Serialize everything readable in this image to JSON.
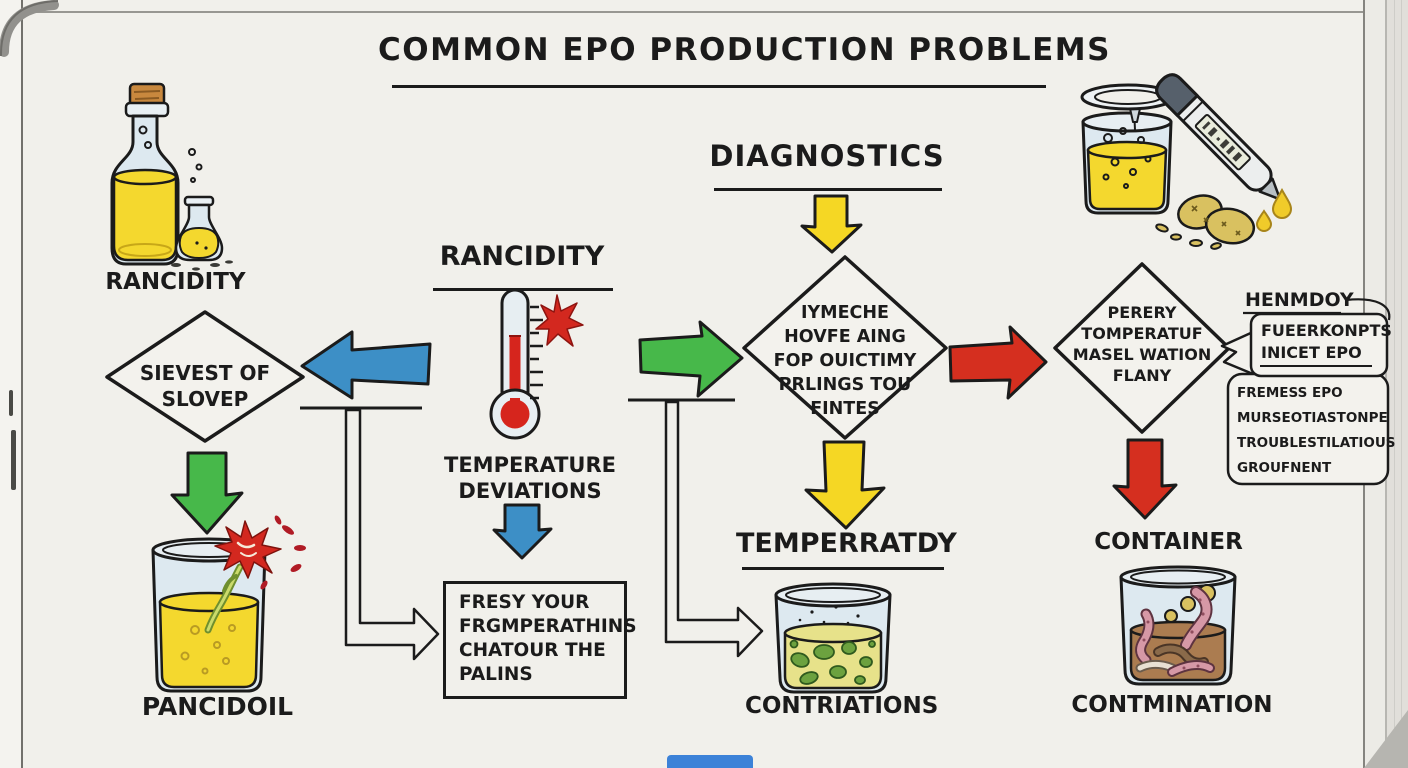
{
  "title": "COMMON EPO PRODUCTION PROBLEMS",
  "colors": {
    "ink": "#1b1b1b",
    "arrow_blue": "#3d8fc6",
    "arrow_green": "#47b84a",
    "arrow_yellow": "#f5d724",
    "arrow_red": "#d52f1f",
    "oil_yellow": "#f4d82e",
    "glass_blue": "#dde9f0",
    "culture_liquid": "#e7e28a",
    "microbe_green": "#6ca23f",
    "contamination_brown": "#ab7c50",
    "worm_pink": "#d698a6",
    "burst_red": "#d3281f",
    "cork_brown": "#c8883e",
    "potato_tan": "#d9c160",
    "marker_blue": "#3c82d8"
  },
  "left_column": {
    "bottle_label": "RANCIDITY",
    "diamond_line1": "SIEVEST OF",
    "diamond_line2": "SLOVEP",
    "beaker_label": "PANCIDOIL"
  },
  "middle_column": {
    "heading": "RANCIDITY",
    "caption_line1": "TEMPERATURE",
    "caption_line2": "DEVIATIONS",
    "note_line1": "FRESY YOUR",
    "note_line2": "FRGMPERATHINS",
    "note_line3": "CHATOUR THE",
    "note_line4": "PALINS"
  },
  "center_column": {
    "heading": "DIAGNOSTICS",
    "diamond_line1": "IYMECHE",
    "diamond_line2": "HOVFE AING",
    "diamond_line3": "FOP OUICTIMY",
    "diamond_line4": "PRLINGS TOU",
    "diamond_line5": "FINTES",
    "subheading": "TEMPERRATDY",
    "beaker_label": "CONTRIATIONS"
  },
  "right_column": {
    "diamond_line1": "PERERY",
    "diamond_line2": "TOMPERATUF",
    "diamond_line3": "MASEL WATION",
    "diamond_line4": "FLANY",
    "heading": "CONTAINER",
    "beaker_label": "CONTMINATION",
    "note_title": "HENMDOY",
    "note_box1_line1": "FUEERKONPTS",
    "note_box1_line2": "INICET EPO",
    "note_box2_line1": "FREMESS EPO",
    "note_box2_line2": "MURSEOTIASTONPE",
    "note_box2_line3": "TROUBLESTILATIOUS",
    "note_box2_line4": "GROUFNENT"
  }
}
